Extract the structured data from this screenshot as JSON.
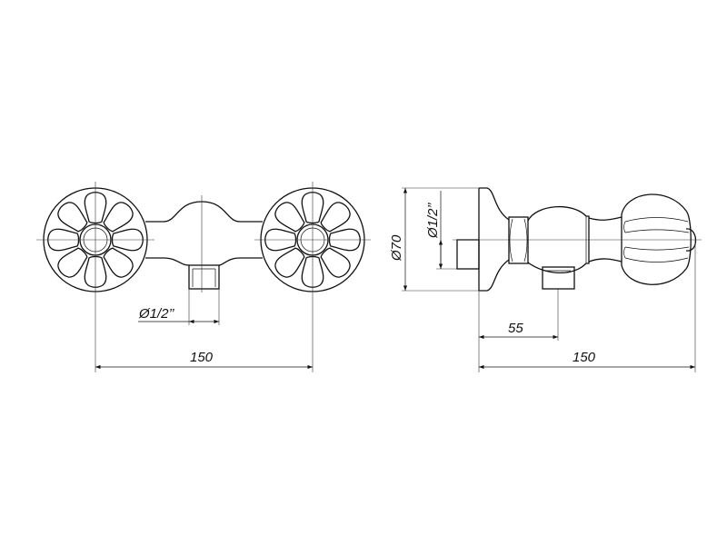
{
  "front_view": {
    "outlet_diameter_label": "Ø1/2’’",
    "center_distance_label": "150"
  },
  "side_view": {
    "plate_diameter_label": "Ø70",
    "inlet_diameter_label": "Ø1/2’’",
    "outlet_offset_label": "55",
    "total_depth_label": "150"
  },
  "colors": {
    "line": "#111111",
    "background": "#ffffff"
  }
}
